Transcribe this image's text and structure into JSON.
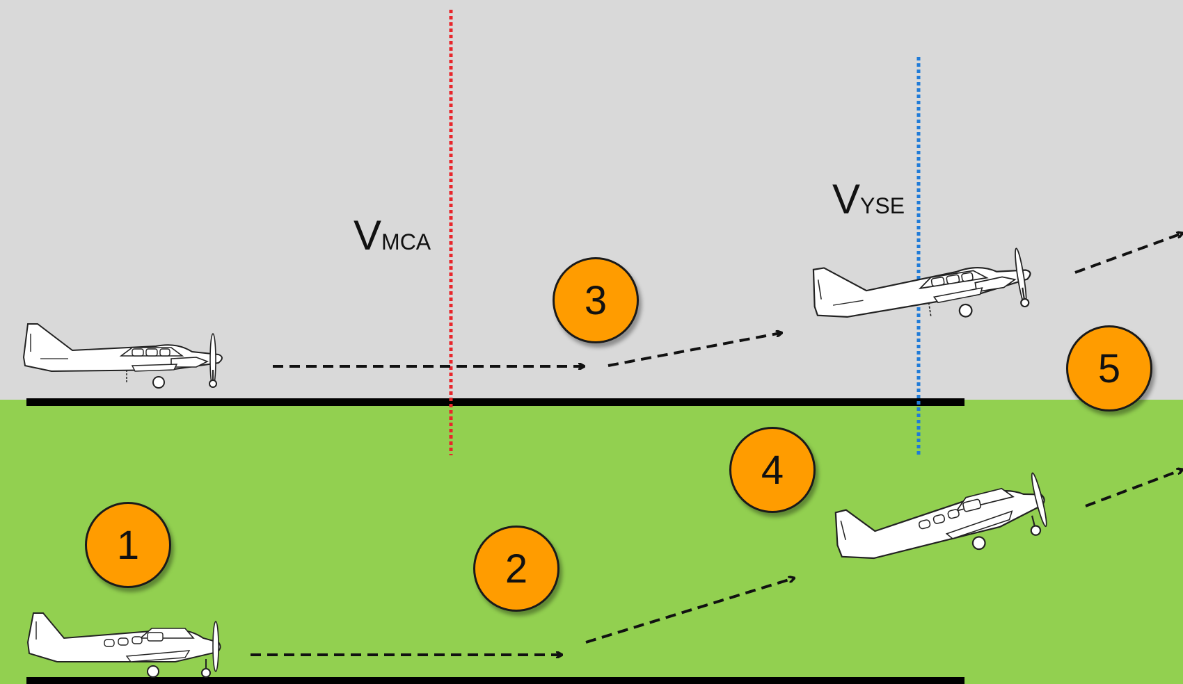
{
  "colors": {
    "sky": "#d9d9d9",
    "grass": "#92d050",
    "runway": "#000000",
    "vmca_line": "#e8262b",
    "vyse_line": "#1f7bd8",
    "badge_fill": "#ff9c00",
    "arrow": "#111111"
  },
  "speed_markers": {
    "vmca": {
      "letter": "V",
      "subscript": "MCA"
    },
    "vyse": {
      "letter": "V",
      "subscript": "YSE"
    }
  },
  "steps": [
    "1",
    "2",
    "3",
    "4",
    "5"
  ],
  "aircraft": {
    "top_lane": [
      "twin-engine-airplane-on-runway",
      "twin-engine-airplane-climbing"
    ],
    "bottom_lane": [
      "single-engine-airplane-on-runway",
      "single-engine-airplane-climbing"
    ]
  }
}
